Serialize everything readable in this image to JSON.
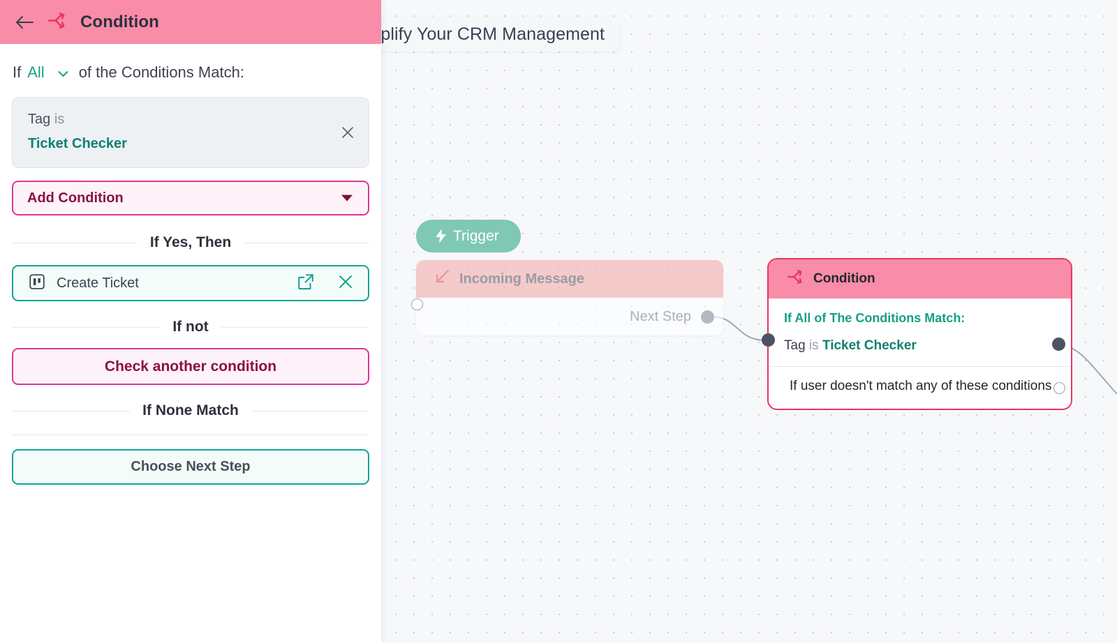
{
  "sidebar": {
    "header": {
      "back_icon": "back-arrow-icon",
      "node_icon": "condition-branch-icon",
      "title": "Condition"
    },
    "if_row": {
      "prefix": "If",
      "selected_value": "All",
      "chevron_icon": "chevron-down-icon",
      "suffix": "of the Conditions Match:"
    },
    "conditions": [
      {
        "field": "Tag",
        "operator": "is",
        "value": "Ticket Checker",
        "remove_icon": "close-icon"
      }
    ],
    "add_condition": {
      "label": "Add Condition",
      "arrow_icon": "caret-down-icon"
    },
    "sections": {
      "if_yes_then": "If Yes, Then",
      "if_not": "If not",
      "if_none_match": "If None Match"
    },
    "yes_actions": [
      {
        "icon": "board-icon",
        "label": "Create Ticket",
        "open_icon": "external-link-icon",
        "remove_icon": "close-icon"
      }
    ],
    "check_another_condition_label": "Check another condition",
    "choose_next_step_label": "Choose Next Step"
  },
  "canvas": {
    "banner_text": "Simplify Your CRM Management",
    "trigger": {
      "icon": "bolt-icon",
      "label": "Trigger"
    },
    "incoming_node": {
      "icon": "arrow-down-left-icon",
      "title": "Incoming Message",
      "next_step_label": "Next Step",
      "input_port": "input-port",
      "output_port": "output-port"
    },
    "condition_node": {
      "icon": "condition-branch-icon",
      "title": "Condition",
      "match_title": "If All of The Conditions Match:",
      "rows": [
        {
          "field": "Tag",
          "operator": "is",
          "value": "Ticket Checker"
        }
      ],
      "fallback_label": "If user doesn't match any of these conditions",
      "input_port": "input-port",
      "output_port": "output-port",
      "fallback_port": "fallback-port"
    }
  },
  "colors": {
    "pink_header": "#F98CA8",
    "node_border_red": "#E8365F",
    "teal": "#16A391",
    "magenta": "#D9379A",
    "trigger_green": "#7FC8B4",
    "incoming_salmon": "#F3AFAE",
    "canvas_bg": "#F7F8FA"
  }
}
